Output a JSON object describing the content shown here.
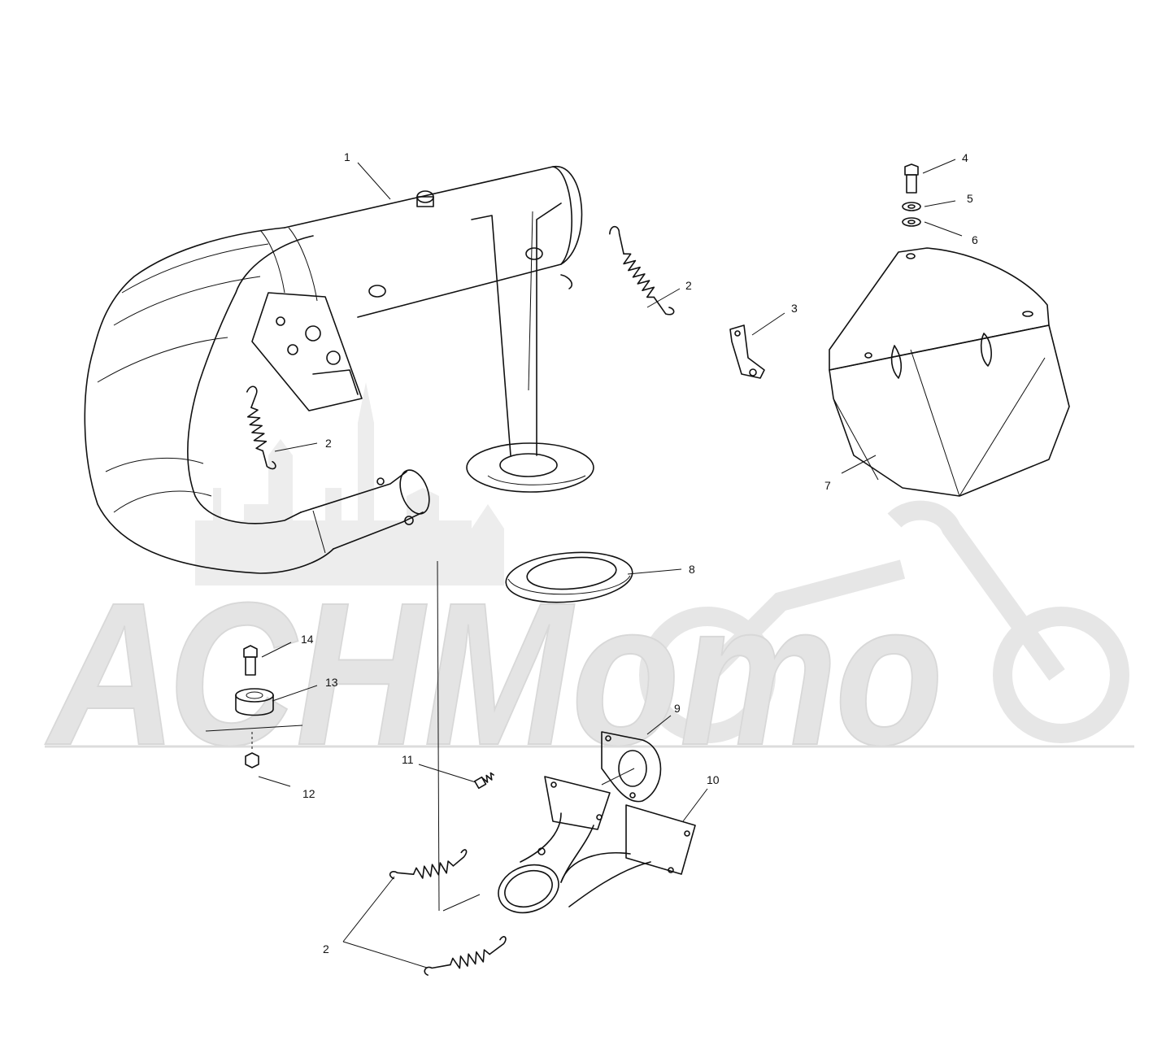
{
  "watermark": {
    "text": "АСНМото",
    "color": "#e4e4e4"
  },
  "callouts": [
    {
      "id": "c1",
      "label": "1"
    },
    {
      "id": "c2a",
      "label": "2"
    },
    {
      "id": "c2b",
      "label": "2"
    },
    {
      "id": "c2c",
      "label": "2"
    },
    {
      "id": "c3",
      "label": "3"
    },
    {
      "id": "c4",
      "label": "4"
    },
    {
      "id": "c5",
      "label": "5"
    },
    {
      "id": "c6",
      "label": "6"
    },
    {
      "id": "c7",
      "label": "7"
    },
    {
      "id": "c8",
      "label": "8"
    },
    {
      "id": "c9",
      "label": "9"
    },
    {
      "id": "c10",
      "label": "10"
    },
    {
      "id": "c11",
      "label": "11"
    },
    {
      "id": "c12",
      "label": "12"
    },
    {
      "id": "c13",
      "label": "13"
    },
    {
      "id": "c14",
      "label": "14"
    }
  ],
  "colors": {
    "line": "#111111",
    "background": "#ffffff",
    "watermark": "#e4e4e4"
  }
}
